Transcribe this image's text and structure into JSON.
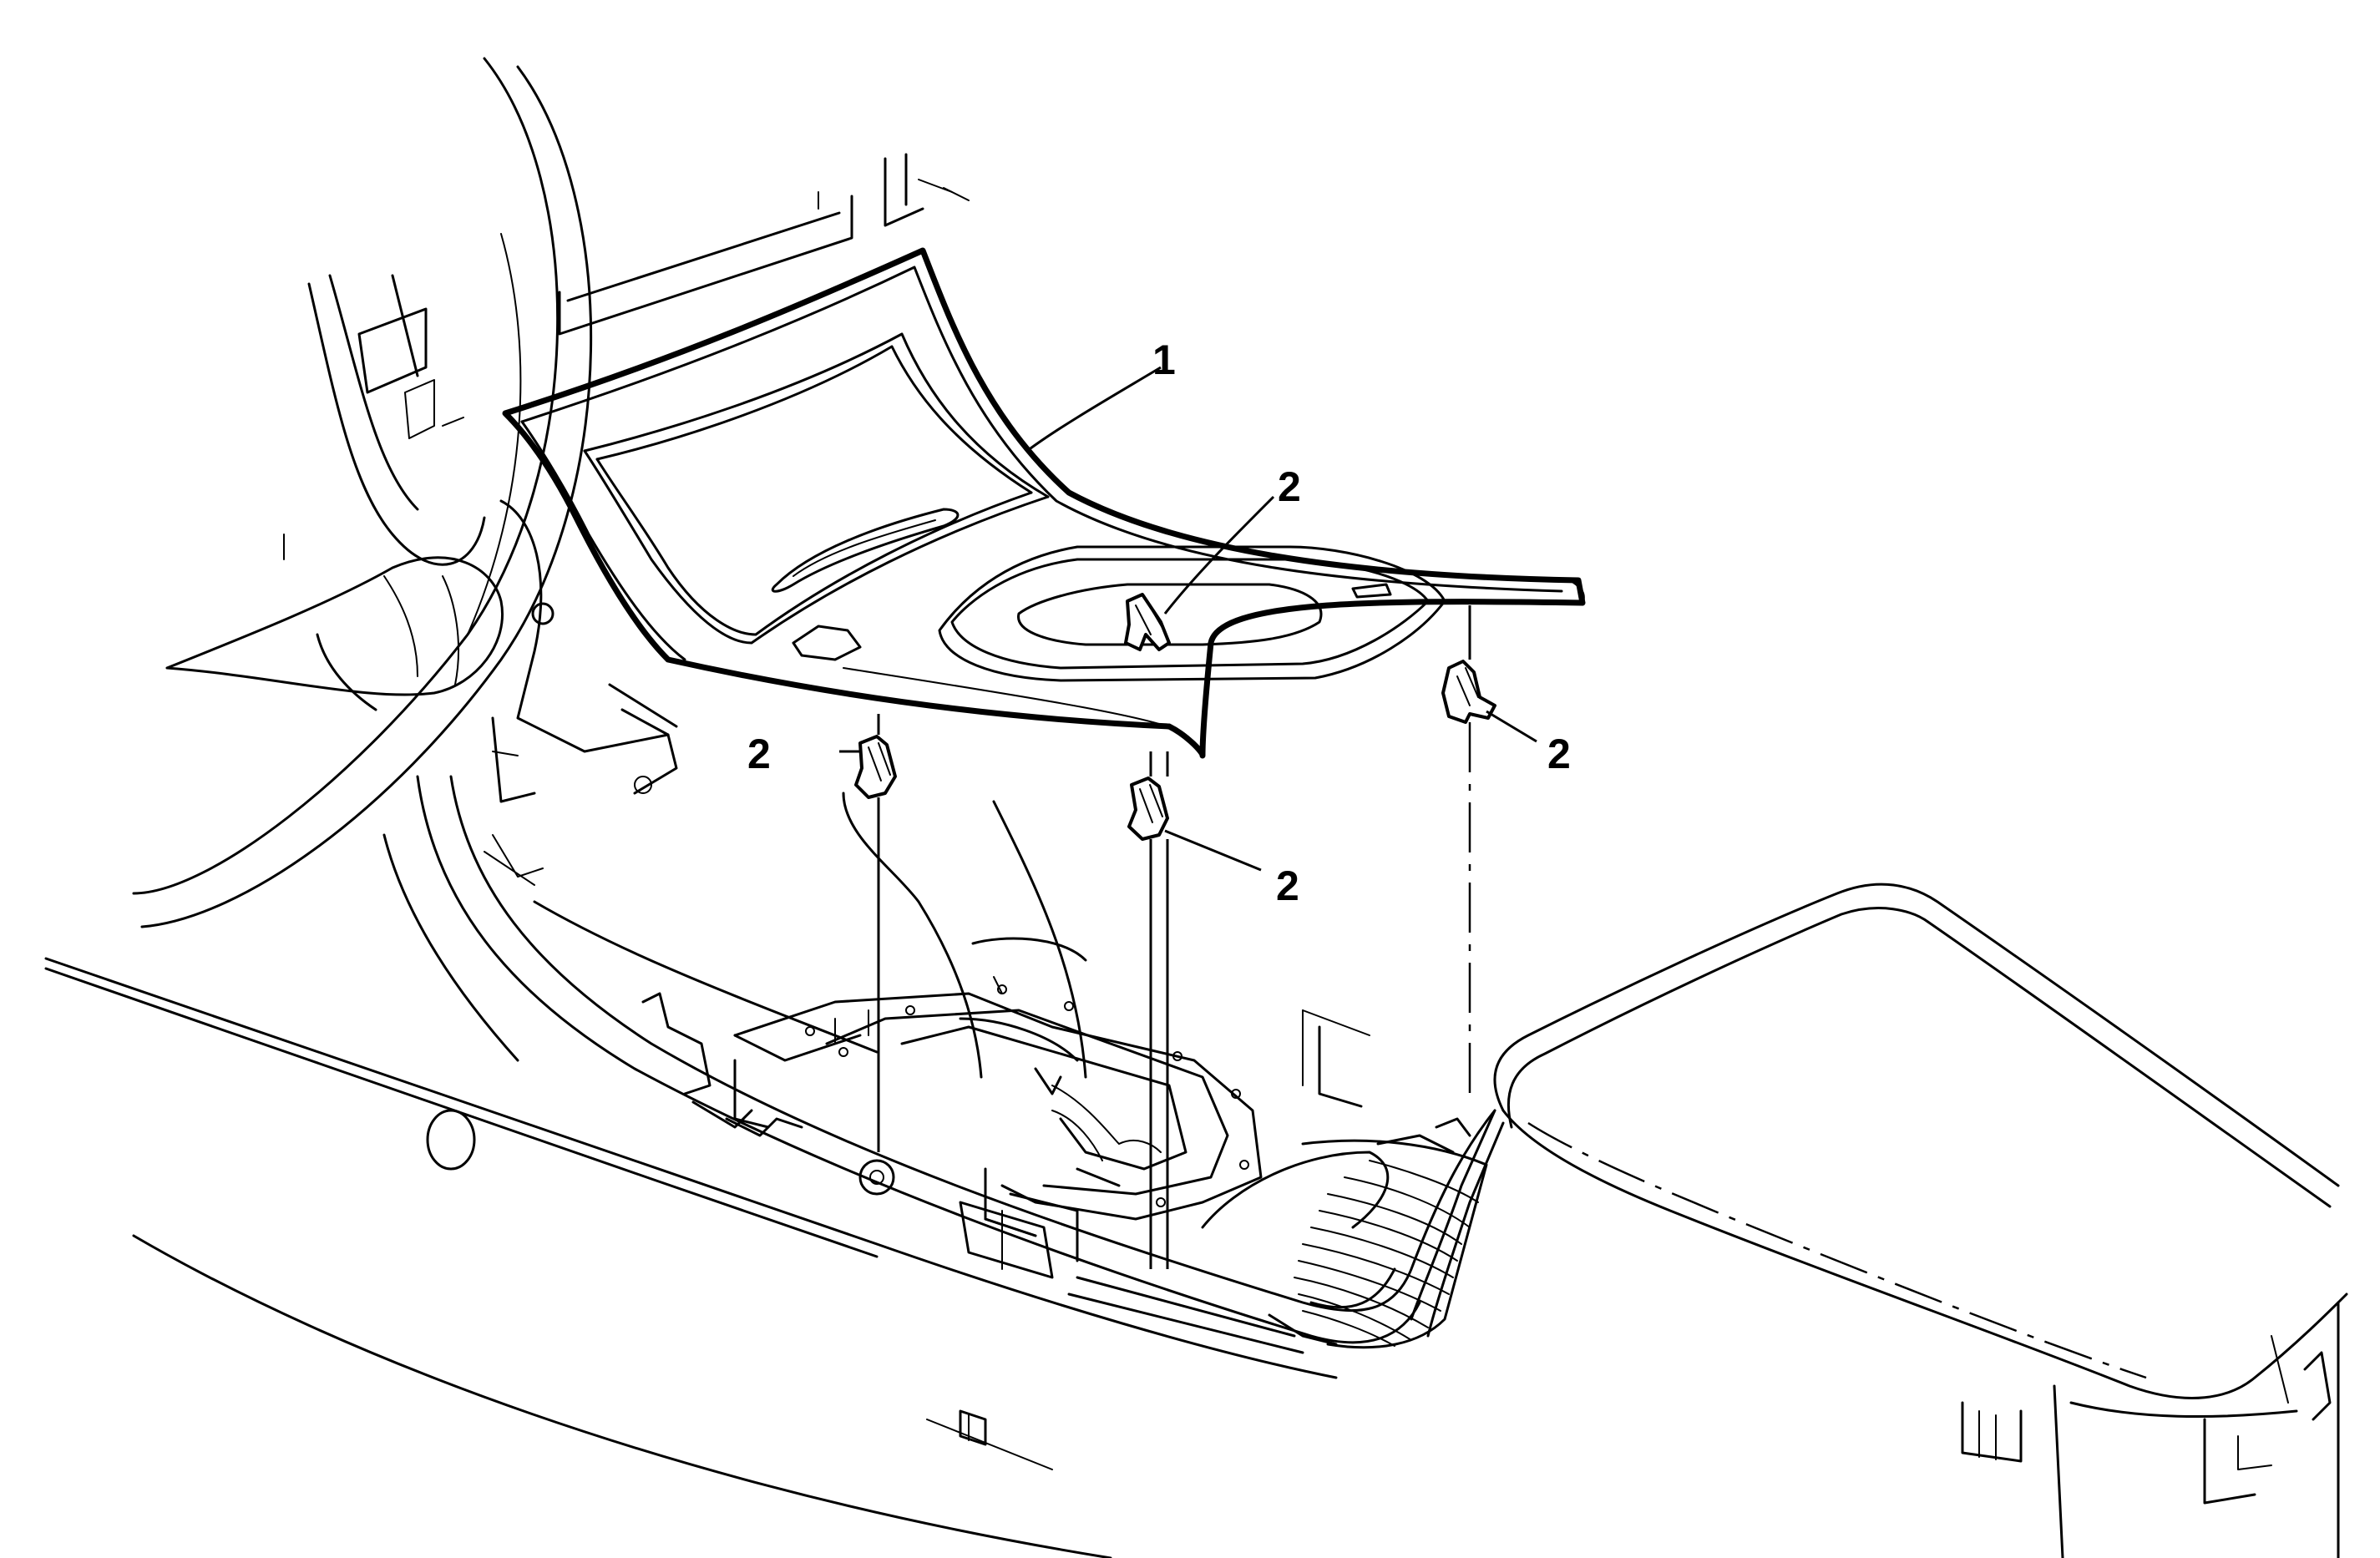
{
  "callouts": {
    "bezel": "1",
    "clip_center": "2",
    "clip_right": "2",
    "clip_left": "2",
    "clip_middle": "2"
  }
}
